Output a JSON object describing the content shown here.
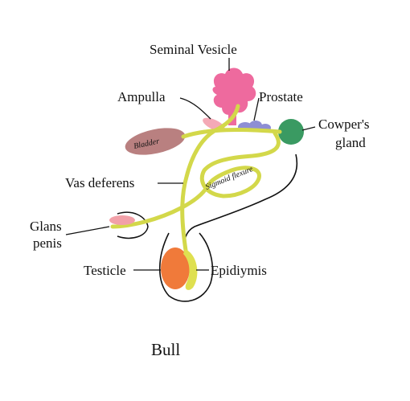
{
  "diagram": {
    "labels": {
      "seminal_vesicle": "Seminal Vesicle",
      "ampulla": "Ampulla",
      "prostate": "Prostate",
      "cowpers_gland_line1": "Cowper's",
      "cowpers_gland_line2": "gland",
      "bladder": "Bladder",
      "sigmoid_flexure": "Sigmoid flexure",
      "vas_deferens": "Vas deferens",
      "glans_penis_line1": "Glans",
      "glans_penis_line2": "penis",
      "testicle": "Testicle",
      "epididymis": "Epidiymis"
    },
    "caption": "Bull"
  },
  "colors": {
    "duct": "#d3d84a",
    "seminal_vesicle": "#ee6a9e",
    "ampulla": "#f4a9b6",
    "prostate": "#8e8ed4",
    "cowpers_gland": "#3a9a62",
    "bladder": "#b98080",
    "testicle": "#f07a3a",
    "epididymis": "#dfe050",
    "glans": "#f2a0a8",
    "outline": "#111111"
  }
}
